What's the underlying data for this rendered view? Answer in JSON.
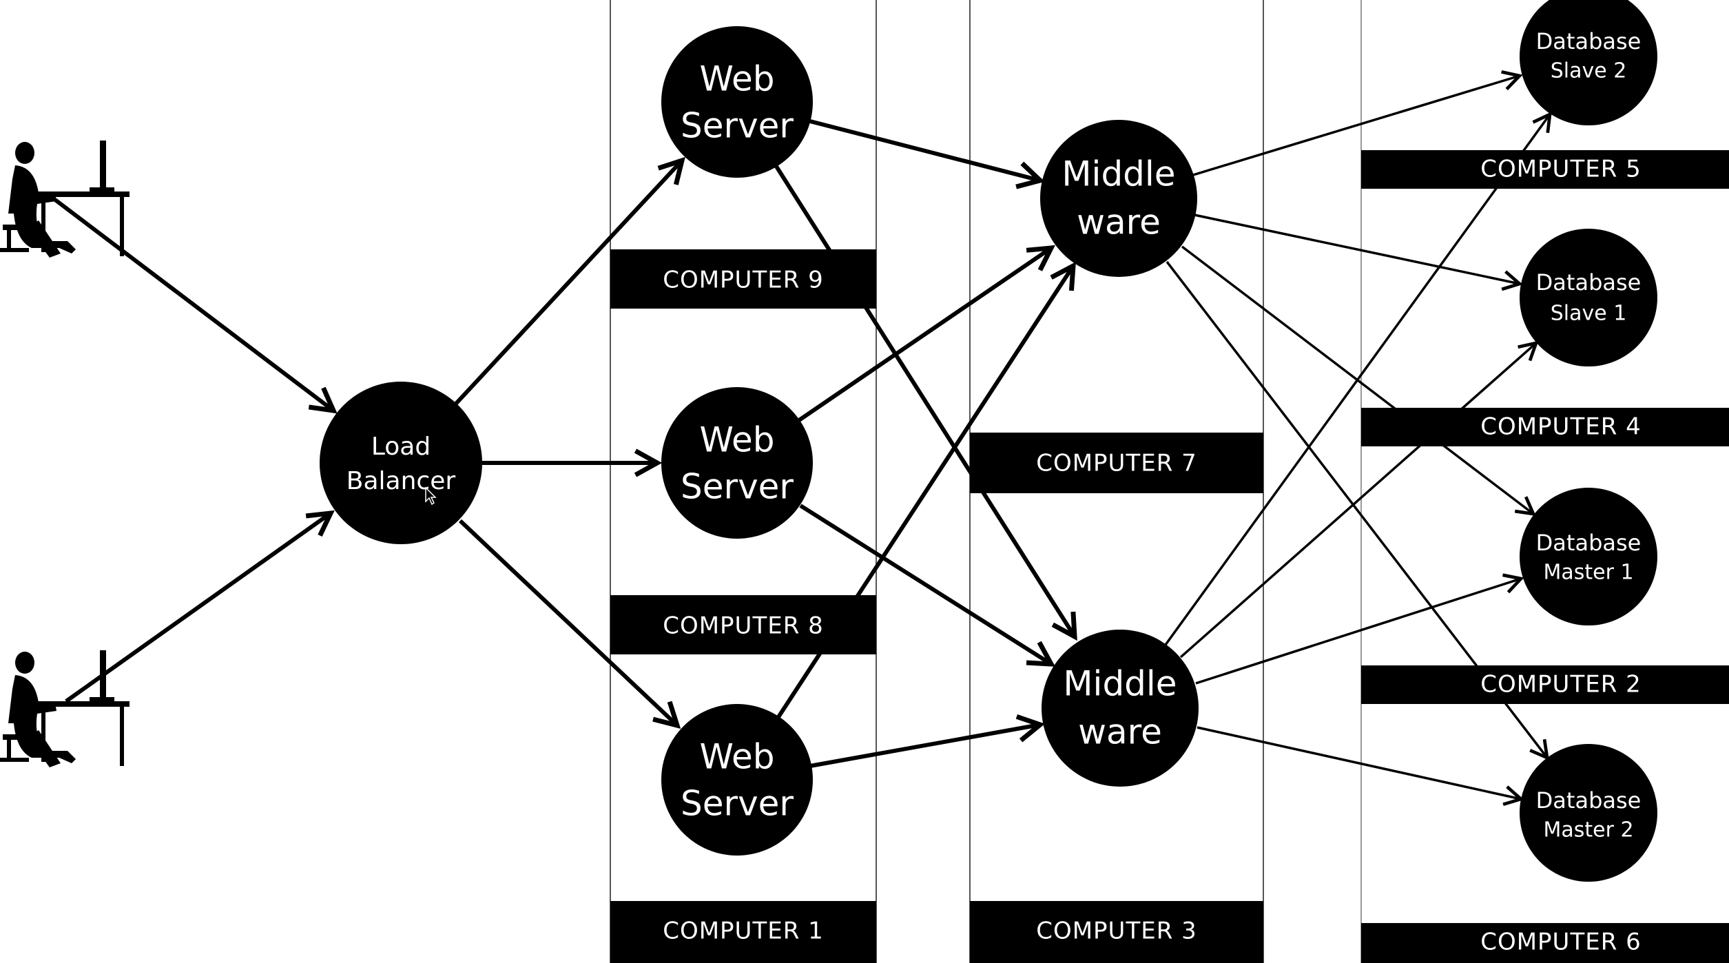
{
  "colors": {
    "background": "#ffffff",
    "ink": "#000000",
    "text_on_ink": "#ffffff",
    "column_line": "#555555"
  },
  "computers": {
    "c1": "COMPUTER 1",
    "c2": "COMPUTER 2",
    "c3": "COMPUTER 3",
    "c4": "COMPUTER 4",
    "c5": "COMPUTER 5",
    "c6": "COMPUTER 6",
    "c7": "COMPUTER 7",
    "c8": "COMPUTER 8",
    "c9": "COMPUTER 9"
  },
  "nodes": {
    "load_balancer": {
      "line1": "Load",
      "line2": "Balancer"
    },
    "web_server_top": {
      "line1": "Web",
      "line2": "Server"
    },
    "web_server_mid": {
      "line1": "Web",
      "line2": "Server"
    },
    "web_server_bot": {
      "line1": "Web",
      "line2": "Server"
    },
    "middleware_top": {
      "line1": "Middle",
      "line2": "ware"
    },
    "middleware_bot": {
      "line1": "Middle",
      "line2": "ware"
    },
    "db_slave_2": {
      "line1": "Database",
      "line2": "Slave 2"
    },
    "db_slave_1": {
      "line1": "Database",
      "line2": "Slave 1"
    },
    "db_master_1": {
      "line1": "Database",
      "line2": "Master 1"
    },
    "db_master_2": {
      "line1": "Database",
      "line2": "Master 2"
    }
  },
  "icons": {
    "user_top": "user-at-computer-icon",
    "user_bottom": "user-at-computer-icon",
    "cursor": "mouse-cursor-icon"
  }
}
